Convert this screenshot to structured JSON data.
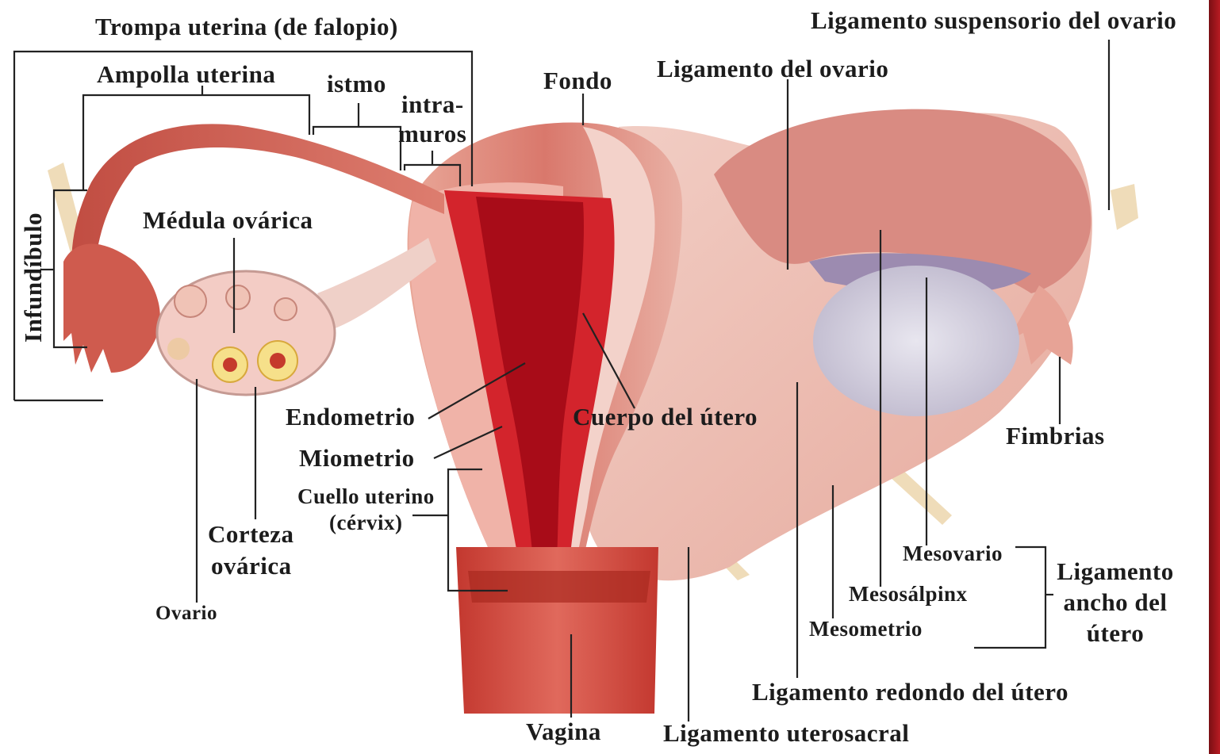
{
  "labels": {
    "trompa_uterina": "Trompa uterina (de falopio)",
    "ampolla_uterina": "Ampolla uterina",
    "istmo": "istmo",
    "intramuros_1": "intra-",
    "intramuros_2": "muros",
    "fondo": "Fondo",
    "ligamento_ovario": "Ligamento del ovario",
    "ligamento_suspensorio": "Ligamento suspensorio del ovario",
    "infundibulo": "Infundíbulo",
    "medula_ovarica": "Médula ovárica",
    "endometrio": "Endometrio",
    "cuerpo_utero": "Cuerpo del útero",
    "miometrio": "Miometrio",
    "cuello_uterino_1": "Cuello uterino",
    "cuello_uterino_2": "(cérvix)",
    "corteza_1": "Corteza",
    "corteza_2": "ovárica",
    "ovario": "Ovario",
    "fimbrias": "Fimbrias",
    "mesovario": "Mesovario",
    "mesosalpinx": "Mesosálpinx",
    "mesometrio": "Mesometrio",
    "ligamento_ancho_1": "Ligamento",
    "ligamento_ancho_2": "ancho del",
    "ligamento_ancho_3": "útero",
    "ligamento_redondo": "Ligamento redondo del útero",
    "vagina": "Vagina",
    "ligamento_uterosacral": "Ligamento uterosacral"
  },
  "colors": {
    "uterus_outer": "#e8a597",
    "uterus_mid": "#d9776b",
    "myometrium": "#f1b7ae",
    "endometrium": "#d3242c",
    "cavity": "#a80c18",
    "tube": "#cc5c50",
    "ovary": "#f3ccc5",
    "ligament": "#efc6bd",
    "mesovarium": "#c9c6d6",
    "leader_line": "#222222",
    "right_edge": "#b81b22"
  }
}
